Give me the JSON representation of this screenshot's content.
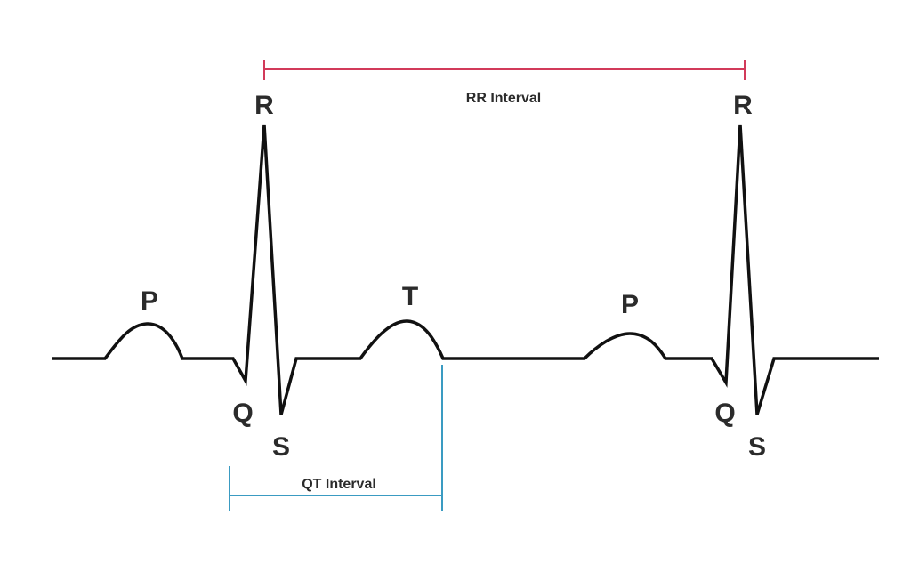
{
  "labels": {
    "r1": "R",
    "r2": "R",
    "p1": "P",
    "p2": "P",
    "t": "T",
    "q1": "Q",
    "q2": "Q",
    "s1": "S",
    "s2": "S"
  },
  "intervals": {
    "rr": {
      "label": "RR Interval",
      "color": "#d23a5a"
    },
    "qt": {
      "label": "QT Interval",
      "color": "#3a9bc2"
    }
  },
  "trace_color": "#111111"
}
